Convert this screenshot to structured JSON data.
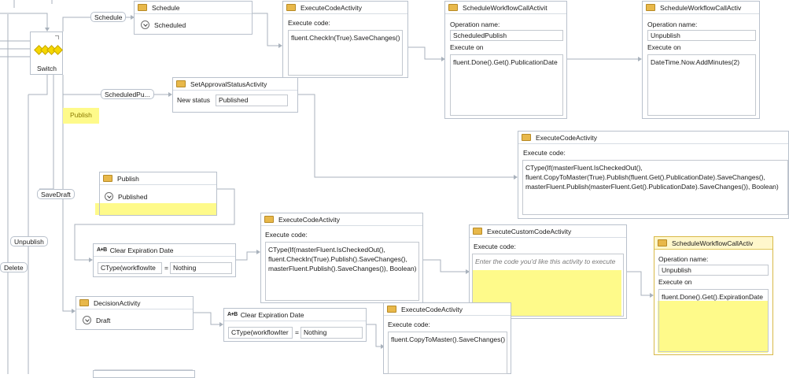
{
  "switch": {
    "label": "Switch"
  },
  "case_labels": {
    "schedule": "Schedule",
    "scheduled_publish": "ScheduledPu...",
    "publish": "Publish",
    "save_draft": "SaveDraft",
    "unpublish": "Unpublish",
    "delete": "Delete"
  },
  "schedule_state": {
    "title": "Schedule",
    "state": "Scheduled"
  },
  "exec_checkin": {
    "title": "ExecuteCodeActivity",
    "code_label": "Execute code:",
    "code": "fluent.CheckIn(True).SaveChanges()"
  },
  "swf_call_1": {
    "title": "ScheduleWorkflowCallActivit",
    "op_label": "Operation name:",
    "op_value": "ScheduledPublish",
    "exec_on_label": "Execute on",
    "exec_on_value": "fluent.Done().Get().PublicationDate"
  },
  "swf_call_2": {
    "title": "ScheduleWorkflowCallActiv",
    "op_label": "Operation name:",
    "op_value": "Unpublish",
    "exec_on_label": "Execute on",
    "exec_on_value": "DateTime.Now.AddMinutes(2)"
  },
  "set_approval": {
    "title": "SetApprovalStatusActivity",
    "status_label": "New status",
    "status_value": "Published"
  },
  "exec_publish_master": {
    "title": "ExecuteCodeActivity",
    "code_label": "Execute code:",
    "code_lines": [
      "CType(If(masterFluent.IsCheckedOut(),",
      "fluent.CopyToMaster(True).Publish(fluent.Get().PublicationDate).SaveChanges(),",
      "masterFluent.Publish(masterFluent.Get().PublicationDate).SaveChanges()), Boolean)"
    ]
  },
  "publish_state": {
    "title": "Publish",
    "state": "Published"
  },
  "clear_exp_1": {
    "title": "Clear Expiration Date",
    "left": "CType(workflowIte",
    "op": "=",
    "right": "Nothing"
  },
  "exec_checkin_publish": {
    "title": "ExecuteCodeActivity",
    "code_label": "Execute code:",
    "code_lines": [
      "CType(If(masterFluent.IsCheckedOut(),",
      "fluent.CheckIn(True).Publish().SaveChanges(),",
      "masterFluent.Publish().SaveChanges()), Boolean)"
    ]
  },
  "exec_custom": {
    "title": "ExecuteCustomCodeActivity",
    "code_label": "Execute code:",
    "placeholder": "Enter the code you'd like this activity to execute"
  },
  "swf_call_3": {
    "title": "ScheduleWorkflowCallActiv",
    "op_label": "Operation name:",
    "op_value": "Unpublish",
    "exec_on_label": "Execute on",
    "exec_on_value": "fluent.Done().Get().ExpirationDate"
  },
  "decision": {
    "title": "DecisionActivity",
    "state": "Draft"
  },
  "clear_exp_2": {
    "title": "Clear Expiration Date",
    "left": "CType(workflowIter",
    "op": "=",
    "right": "Nothing"
  },
  "exec_copy_master": {
    "title": "ExecuteCodeActivity",
    "code_label": "Execute code:",
    "code": "fluent.CopyToMaster().SaveChanges()"
  },
  "colors": {
    "highlight": "#fefa8a",
    "folder": "#e8b84a",
    "border": "#b9c1cc",
    "connector": "#a9b2bc",
    "switch_diamond": "#f5d600"
  }
}
